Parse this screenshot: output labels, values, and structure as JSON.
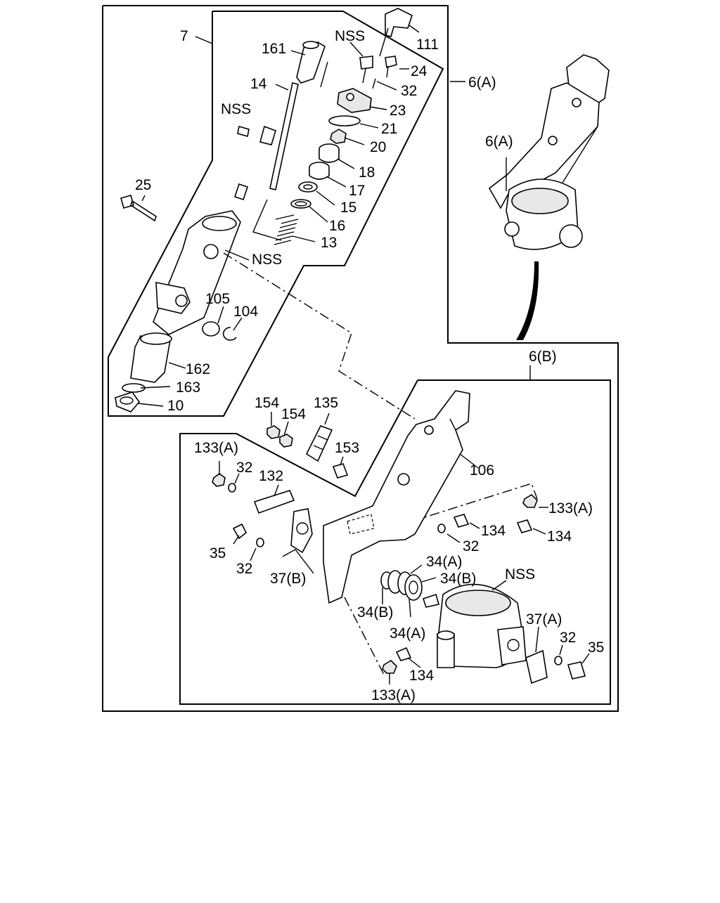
{
  "labels": {
    "l7": "7",
    "l161": "161",
    "l14": "14",
    "l111": "111",
    "lnss1": "NSS",
    "l24": "24",
    "l32a": "32",
    "l23": "23",
    "l21": "21",
    "l20": "20",
    "l18": "18",
    "l17": "17",
    "l15": "15",
    "l16": "16",
    "l13": "13",
    "lnss2": "NSS",
    "l25": "25",
    "lnss3": "NSS",
    "l105": "105",
    "l104": "104",
    "l162": "162",
    "l163": "163",
    "l10": "10",
    "l6a1": "6(A)",
    "l6a2": "6(A)",
    "l6b": "6(B)",
    "l154a": "154",
    "l154b": "154",
    "l135": "135",
    "l153": "153",
    "l106": "106",
    "l133a1": "133(A)",
    "l32b": "32",
    "l132": "132",
    "l133a2": "133(A)",
    "l134a": "134",
    "l134b": "134",
    "l32c": "32",
    "l35a": "35",
    "l32d": "32",
    "l37b": "37(B)",
    "l34a1": "34(A)",
    "l34b1": "34(B)",
    "lnss4": "NSS",
    "l34b2": "34(B)",
    "l34a2": "34(A)",
    "l37a": "37(A)",
    "l32e": "32",
    "l35b": "35",
    "l134c": "134",
    "l133a3": "133(A)"
  }
}
